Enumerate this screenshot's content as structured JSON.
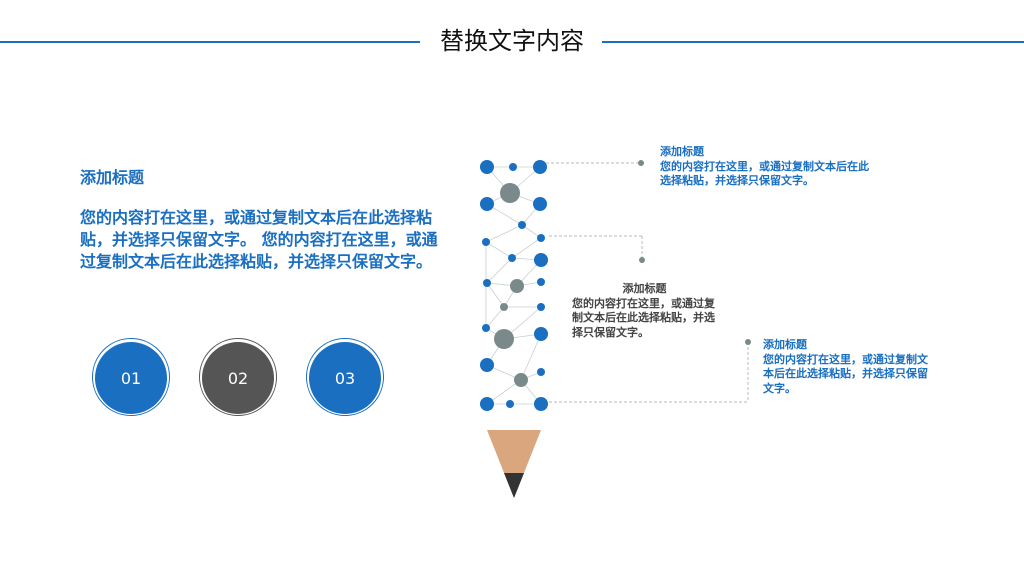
{
  "title": "替换文字内容",
  "left": {
    "heading": "添加标题",
    "body": "您的内容打在这里，或通过复制文本后在此选择粘贴，并选择只保留文字。 您的内容打在这里，或通过复制文本后在此选择粘贴，并选择只保留文字。"
  },
  "circles": [
    {
      "label": "01",
      "color": "#1a6fc0"
    },
    {
      "label": "02",
      "color": "#555555"
    },
    {
      "label": "03",
      "color": "#1a6fc0"
    }
  ],
  "annotations": [
    {
      "heading": "添加标题",
      "body": "您的内容打在这里，或通过复制文本后在此选择粘贴，并选择只保留文字。"
    },
    {
      "heading": "添加标题",
      "body": "您的内容打在这里，或通过复制文本后在此选择粘贴，并选择只保留文字。"
    },
    {
      "heading": "添加标题",
      "body": "您的内容打在这里，或通过复制文本后在此选择粘贴，并选择只保留文字。"
    }
  ],
  "colors": {
    "accent": "#1a6fc0",
    "gray": "#555555",
    "dot_gray": "#7a8a8a",
    "pencil_wood": "#d9a67e",
    "pencil_tip": "#333333"
  }
}
